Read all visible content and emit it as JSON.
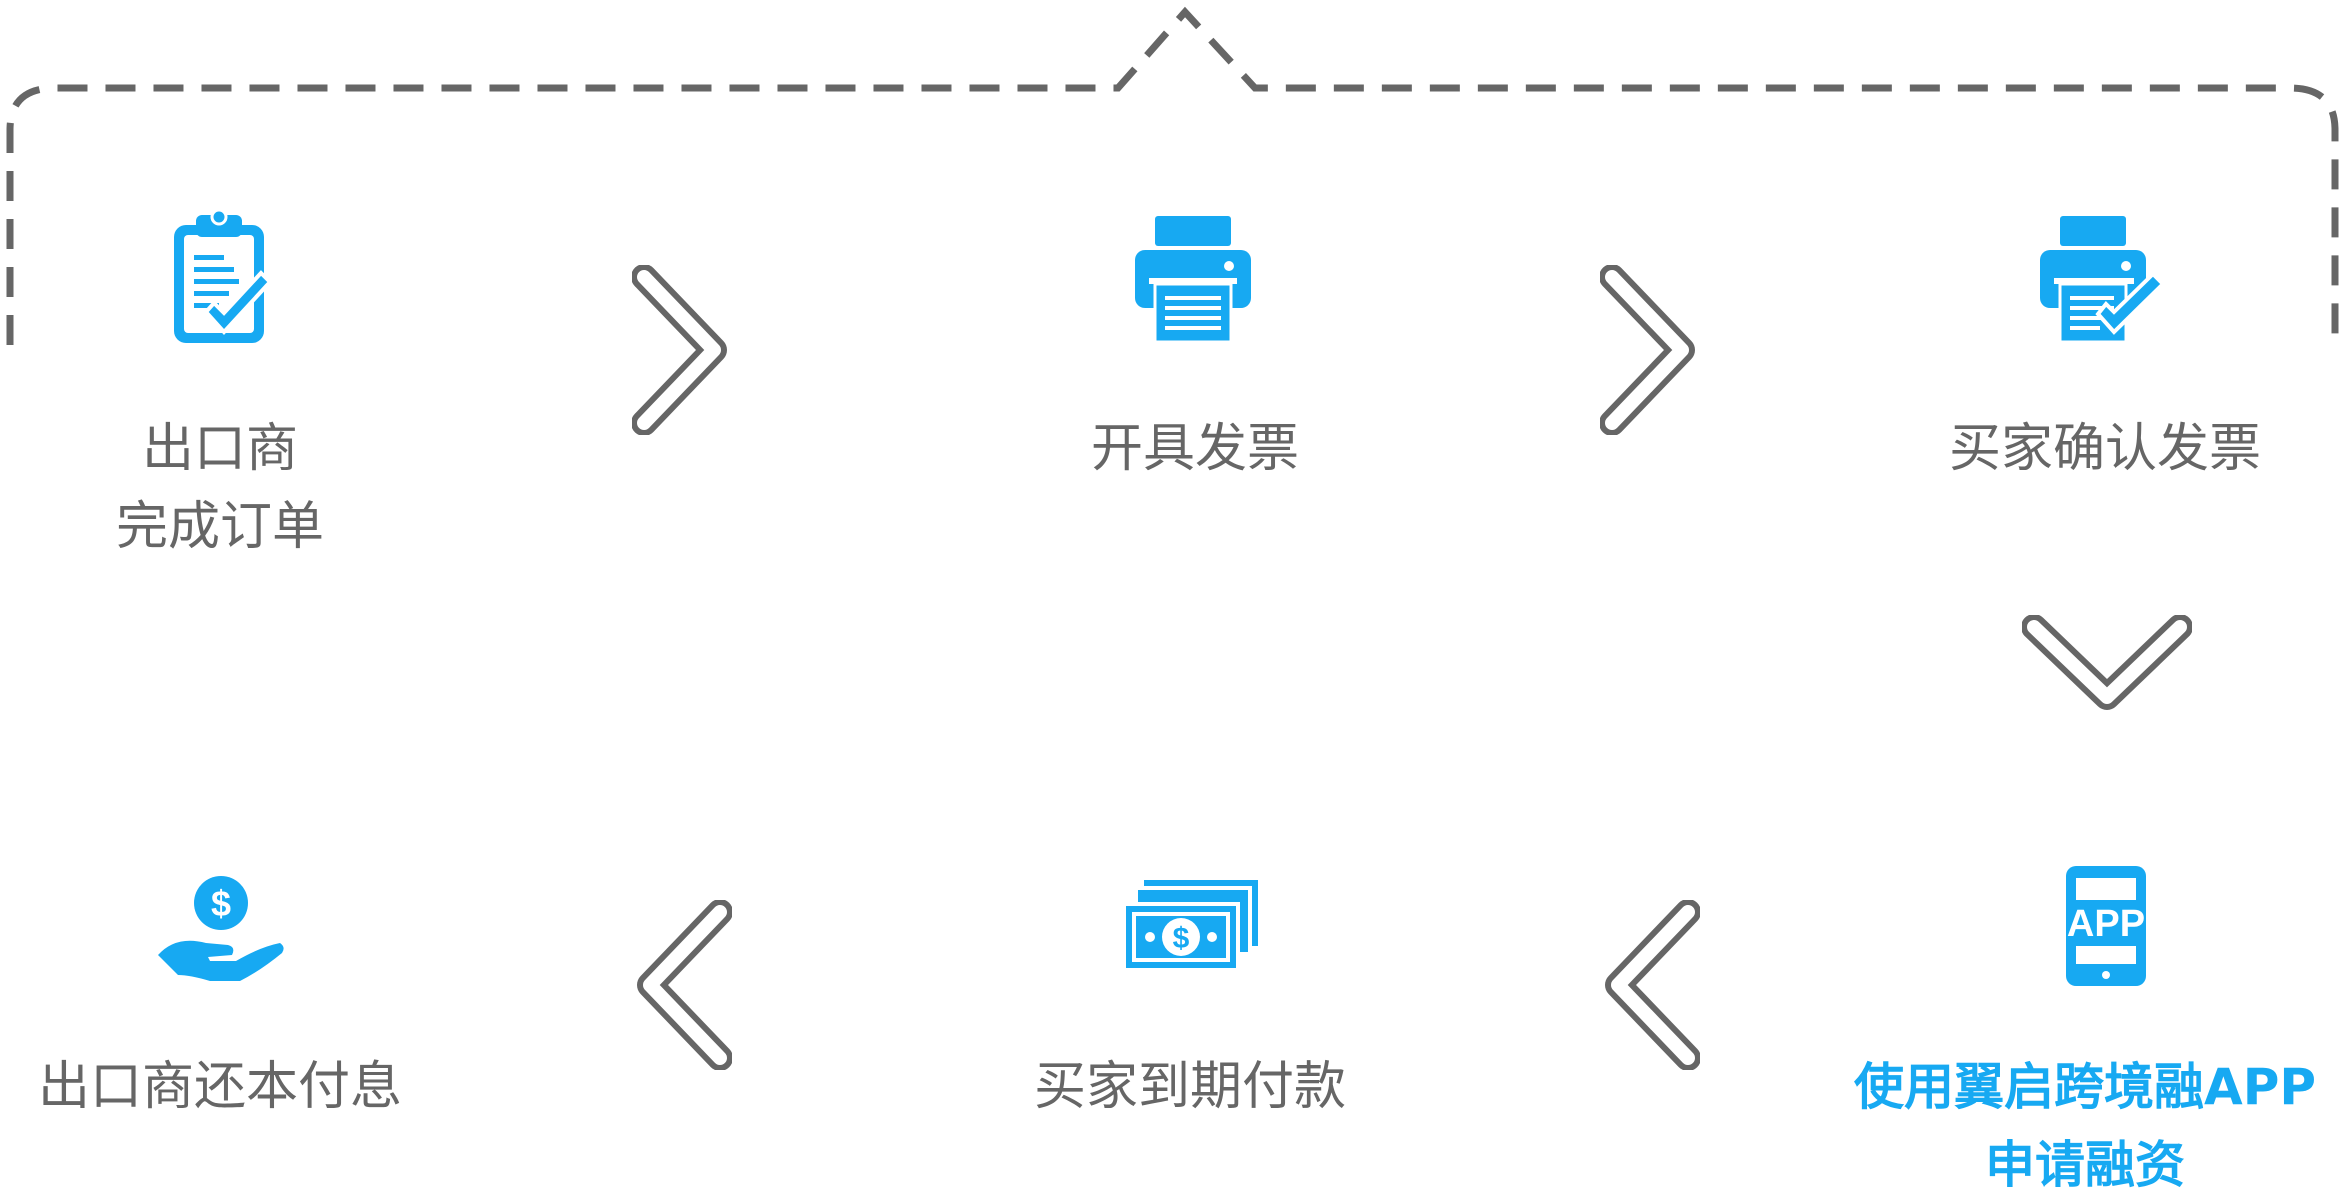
{
  "colors": {
    "accent": "#17a9f2",
    "text": "#666666",
    "stroke": "#666666",
    "dashed": "#666666"
  },
  "steps": [
    {
      "id": "order",
      "icon": "clipboard-check-icon",
      "lines": [
        "出口商",
        "完成订单"
      ]
    },
    {
      "id": "invoice",
      "icon": "printer-icon",
      "lines": [
        "开具发票"
      ]
    },
    {
      "id": "confirm",
      "icon": "printer-check-icon",
      "lines": [
        "买家确认发票"
      ]
    },
    {
      "id": "app",
      "icon": "phone-app-icon",
      "lines": [
        "使用翼启跨境融APP",
        "申请融资"
      ],
      "icon_text": "APP"
    },
    {
      "id": "payment",
      "icon": "cash-icon",
      "lines": [
        "买家到期付款"
      ]
    },
    {
      "id": "repay",
      "icon": "hand-dollar-icon",
      "lines": [
        "出口商还本付息"
      ]
    }
  ],
  "arrows": [
    "chevron-right-icon",
    "chevron-right-icon",
    "chevron-down-icon",
    "chevron-left-icon",
    "chevron-left-icon"
  ]
}
